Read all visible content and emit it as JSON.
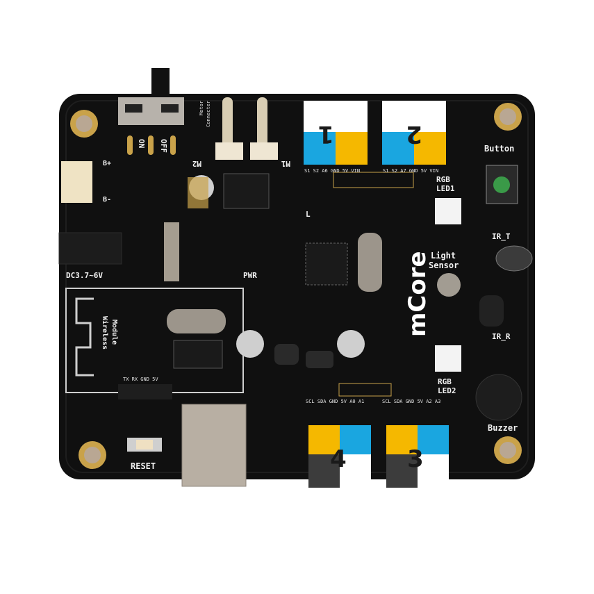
{
  "board": {
    "logo": "mCore",
    "colors": {
      "pcb": "#101010",
      "port_blue": "#1aa6e0",
      "port_yellow": "#f5b800",
      "port_grey": "#3c3c3c",
      "gold": "#c9a24a"
    },
    "labels": {
      "button": "Button",
      "rgb_led1_a": "RGB",
      "rgb_led1_b": "LED1",
      "rgb_led2_a": "RGB",
      "rgb_led2_b": "LED2",
      "ir_t": "IR_T",
      "ir_r": "IR_R",
      "light_a": "Light",
      "light_b": "Sensor",
      "buzzer": "Buzzer",
      "pwr": "PWR",
      "dc": "DC3.7~6V",
      "wireless_a": "Wireless",
      "wireless_b": "Module",
      "wireless_pins": "TX RX GND 5V",
      "reset": "RESET",
      "motor_a": "Motor",
      "motor_b": "Connecter",
      "m1": "M1",
      "m2": "M2",
      "on": "ON",
      "off": "OFF",
      "bplus": "B+",
      "bminus": "B-",
      "l": "L"
    },
    "ports": [
      {
        "number": "1",
        "pins": "S1 S2 A6 GND 5V VIN"
      },
      {
        "number": "2",
        "pins": "S1 S2 A7 GND 5V VIN"
      },
      {
        "number": "3",
        "pins": "SCL SDA GND 5V A2 A3"
      },
      {
        "number": "4",
        "pins": "SCL SDA GND 5V A0 A1"
      }
    ]
  }
}
